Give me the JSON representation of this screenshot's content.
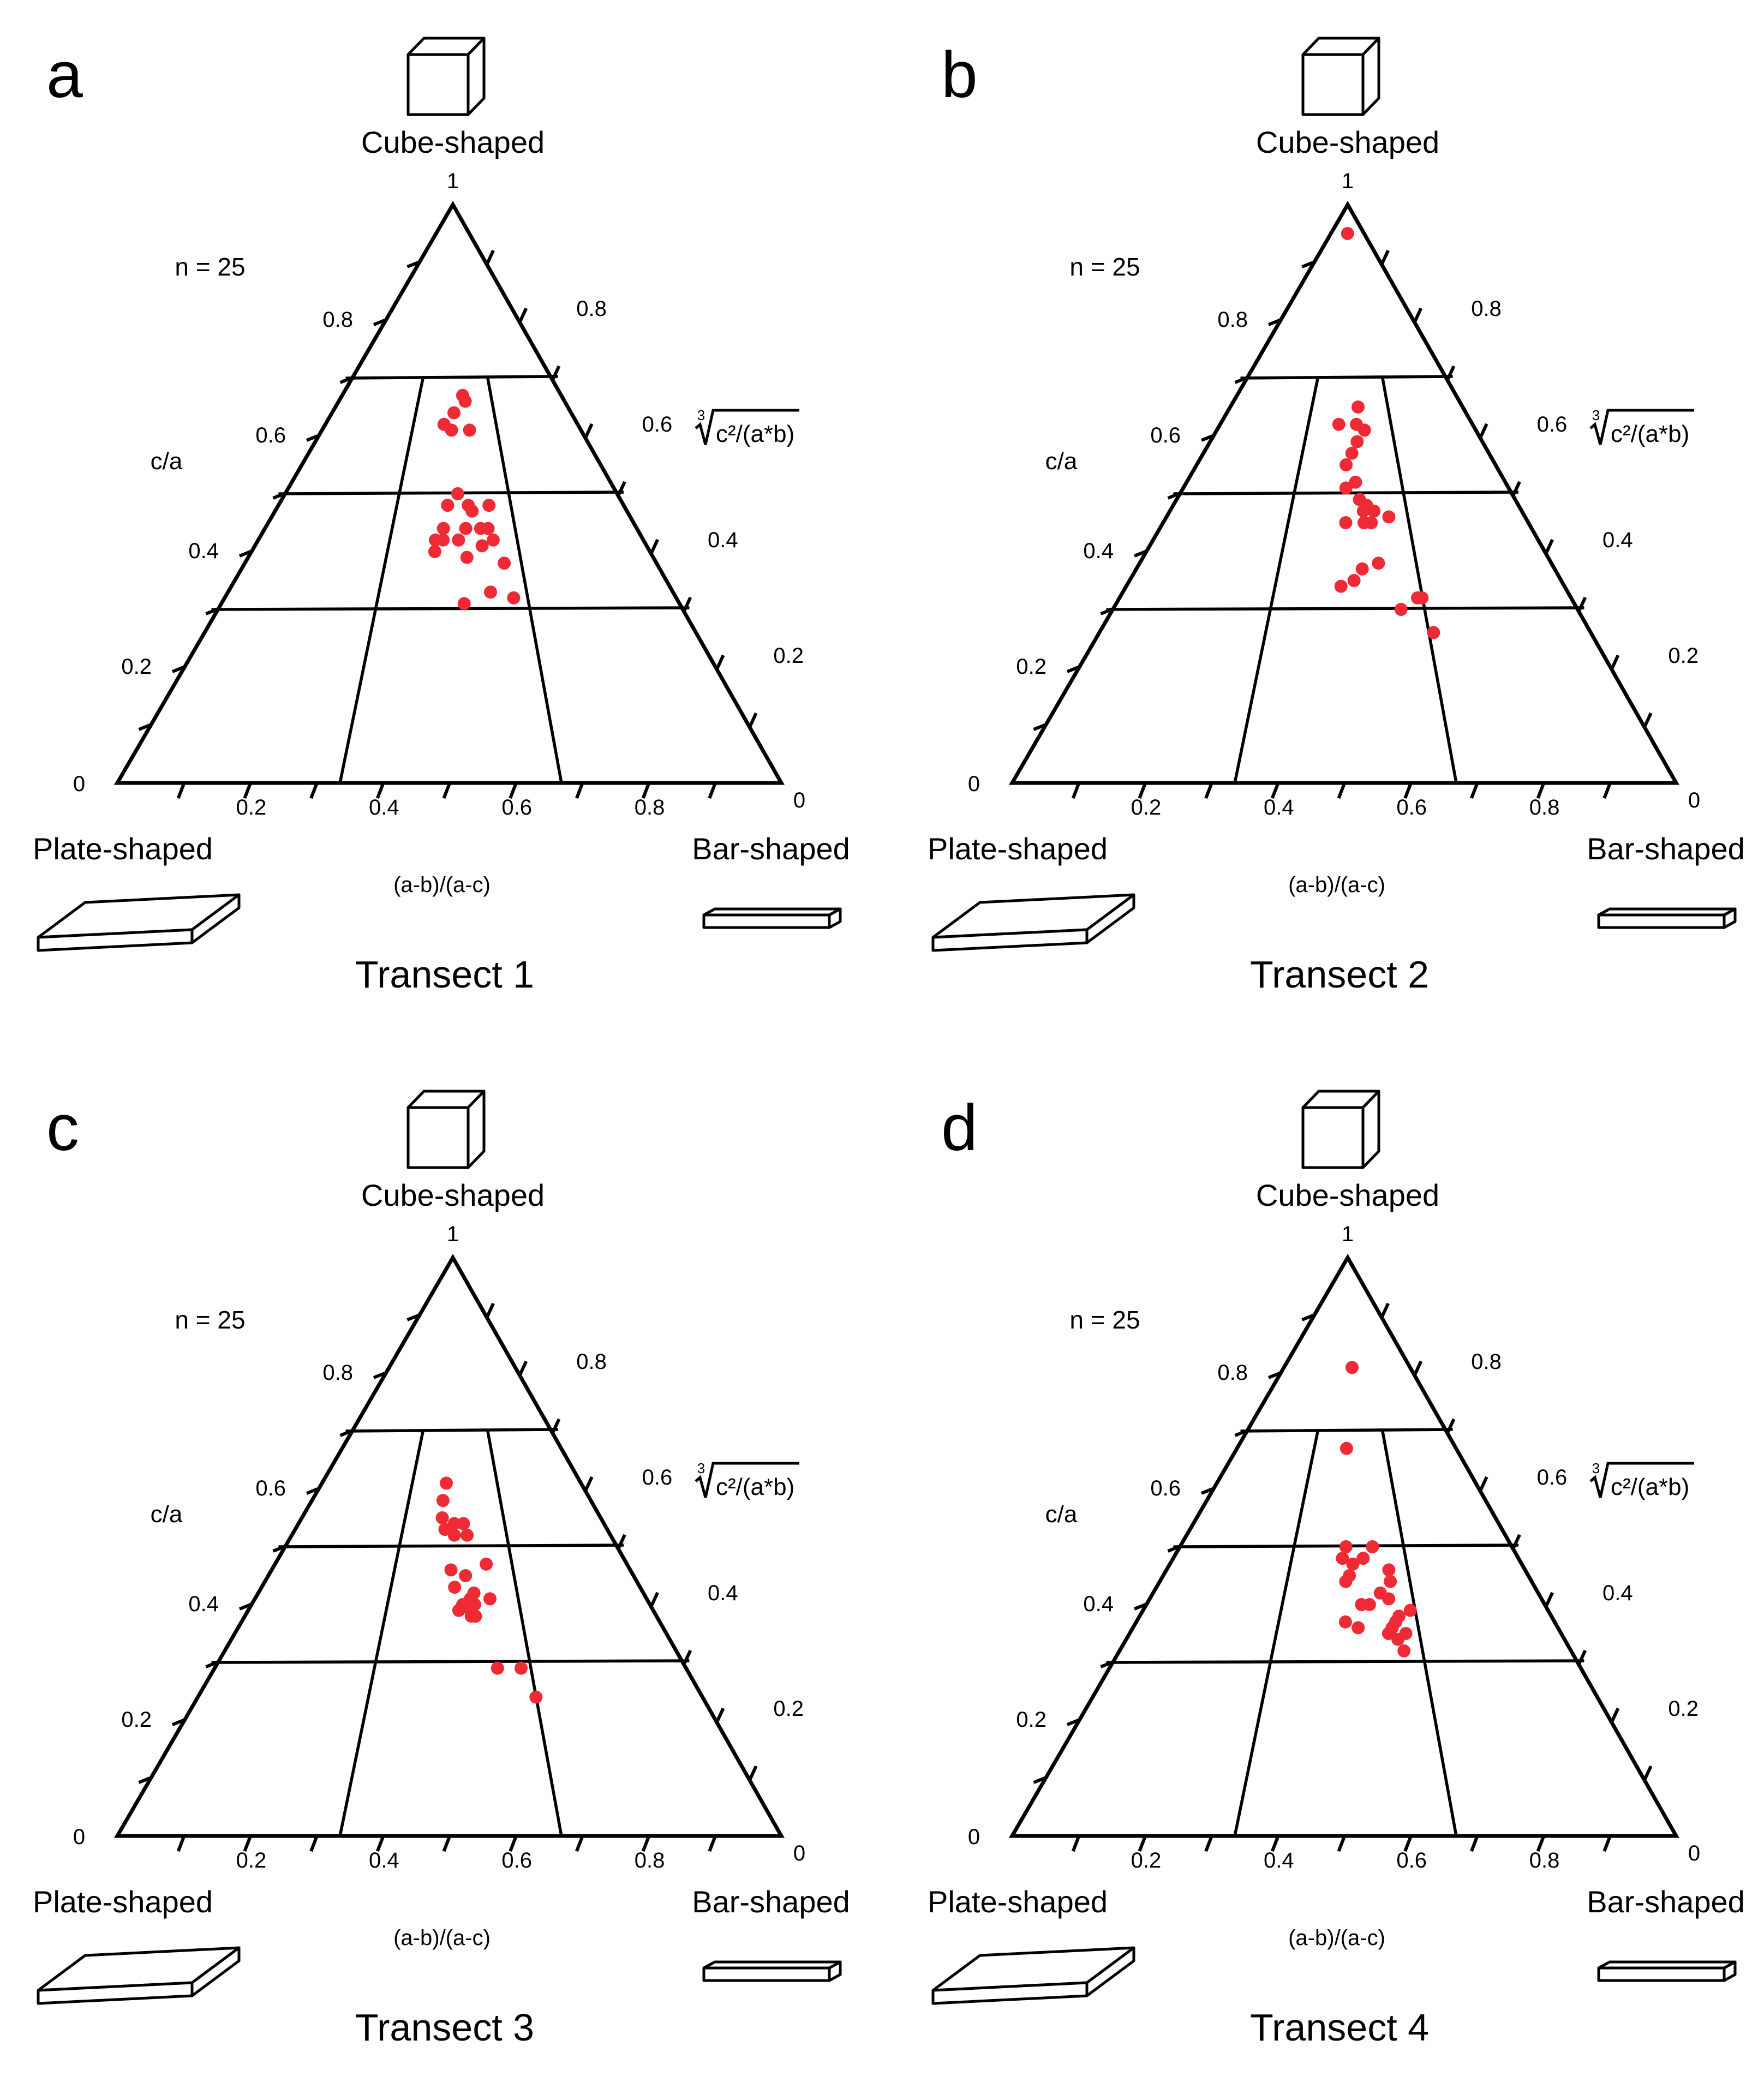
{
  "chart_data": [
    {
      "type": "scatter",
      "panel_letter": "a",
      "title": "Transect 1",
      "n_label": "n = 25",
      "top_label": "Cube-shaped",
      "left_label": "Plate-shaped",
      "right_label": "Bar-shaped",
      "left_axis_label": "c/a",
      "right_axis_label": "c²/(a*b)",
      "right_axis_root_index": "3",
      "bottom_axis_label": "(a-b)/(a-c)",
      "apex_label": "1",
      "zero_left": "0",
      "zero_right": "0",
      "ticks_left": [
        "0.2",
        "0.4",
        "0.6",
        "0.8"
      ],
      "ticks_right": [
        "0.2",
        "0.4",
        "0.6",
        "0.8"
      ],
      "ticks_bottom": [
        "0.2",
        "0.4",
        "0.6",
        "0.8"
      ],
      "points": [
        {
          "x": 0.55,
          "y": 0.67
        },
        {
          "x": 0.51,
          "y": 0.64
        },
        {
          "x": 0.56,
          "y": 0.66
        },
        {
          "x": 0.47,
          "y": 0.62
        },
        {
          "x": 0.5,
          "y": 0.61
        },
        {
          "x": 0.57,
          "y": 0.61
        },
        {
          "x": 0.52,
          "y": 0.5
        },
        {
          "x": 0.49,
          "y": 0.48
        },
        {
          "x": 0.55,
          "y": 0.48
        },
        {
          "x": 0.56,
          "y": 0.47
        },
        {
          "x": 0.61,
          "y": 0.48
        },
        {
          "x": 0.48,
          "y": 0.44
        },
        {
          "x": 0.54,
          "y": 0.44
        },
        {
          "x": 0.58,
          "y": 0.44
        },
        {
          "x": 0.6,
          "y": 0.44
        },
        {
          "x": 0.46,
          "y": 0.42
        },
        {
          "x": 0.48,
          "y": 0.42
        },
        {
          "x": 0.52,
          "y": 0.42
        },
        {
          "x": 0.58,
          "y": 0.41
        },
        {
          "x": 0.61,
          "y": 0.42
        },
        {
          "x": 0.46,
          "y": 0.4
        },
        {
          "x": 0.54,
          "y": 0.39
        },
        {
          "x": 0.63,
          "y": 0.38
        },
        {
          "x": 0.59,
          "y": 0.33
        },
        {
          "x": 0.64,
          "y": 0.32
        },
        {
          "x": 0.53,
          "y": 0.31
        }
      ]
    },
    {
      "type": "scatter",
      "panel_letter": "b",
      "title": "Transect 2",
      "n_label": "n = 25",
      "top_label": "Cube-shaped",
      "left_label": "Plate-shaped",
      "right_label": "Bar-shaped",
      "left_axis_label": "c/a",
      "right_axis_label": "c²/(a*b)",
      "right_axis_root_index": "3",
      "bottom_axis_label": "(a-b)/(a-c)",
      "apex_label": "1",
      "zero_left": "0",
      "zero_right": "0",
      "ticks_left": [
        "0.2",
        "0.4",
        "0.6",
        "0.8"
      ],
      "ticks_right": [
        "0.2",
        "0.4",
        "0.6",
        "0.8"
      ],
      "ticks_bottom": [
        "0.2",
        "0.4",
        "0.6",
        "0.8"
      ],
      "points": [
        {
          "x": 0.5,
          "y": 0.95
        },
        {
          "x": 0.55,
          "y": 0.65
        },
        {
          "x": 0.47,
          "y": 0.62
        },
        {
          "x": 0.54,
          "y": 0.62
        },
        {
          "x": 0.57,
          "y": 0.61
        },
        {
          "x": 0.54,
          "y": 0.59
        },
        {
          "x": 0.52,
          "y": 0.57
        },
        {
          "x": 0.5,
          "y": 0.55
        },
        {
          "x": 0.53,
          "y": 0.52
        },
        {
          "x": 0.5,
          "y": 0.51
        },
        {
          "x": 0.54,
          "y": 0.49
        },
        {
          "x": 0.56,
          "y": 0.48
        },
        {
          "x": 0.58,
          "y": 0.47
        },
        {
          "x": 0.55,
          "y": 0.47
        },
        {
          "x": 0.62,
          "y": 0.46
        },
        {
          "x": 0.57,
          "y": 0.45
        },
        {
          "x": 0.55,
          "y": 0.45
        },
        {
          "x": 0.5,
          "y": 0.45
        },
        {
          "x": 0.58,
          "y": 0.38
        },
        {
          "x": 0.54,
          "y": 0.37
        },
        {
          "x": 0.52,
          "y": 0.35
        },
        {
          "x": 0.49,
          "y": 0.34
        },
        {
          "x": 0.66,
          "y": 0.32
        },
        {
          "x": 0.67,
          "y": 0.32
        },
        {
          "x": 0.62,
          "y": 0.3
        },
        {
          "x": 0.68,
          "y": 0.26
        }
      ]
    },
    {
      "type": "scatter",
      "panel_letter": "c",
      "title": "Transect 3",
      "n_label": "n = 25",
      "top_label": "Cube-shaped",
      "left_label": "Plate-shaped",
      "right_label": "Bar-shaped",
      "left_axis_label": "c/a",
      "right_axis_label": "c²/(a*b)",
      "right_axis_root_index": "3",
      "bottom_axis_label": "(a-b)/(a-c)",
      "apex_label": "1",
      "zero_left": "0",
      "zero_right": "0",
      "ticks_left": [
        "0.2",
        "0.4",
        "0.6",
        "0.8"
      ],
      "ticks_right": [
        "0.2",
        "0.4",
        "0.6",
        "0.8"
      ],
      "ticks_bottom": [
        "0.2",
        "0.4",
        "0.6",
        "0.8"
      ],
      "points": [
        {
          "x": 0.48,
          "y": 0.61
        },
        {
          "x": 0.47,
          "y": 0.58
        },
        {
          "x": 0.47,
          "y": 0.55
        },
        {
          "x": 0.51,
          "y": 0.54
        },
        {
          "x": 0.54,
          "y": 0.54
        },
        {
          "x": 0.48,
          "y": 0.53
        },
        {
          "x": 0.51,
          "y": 0.52
        },
        {
          "x": 0.55,
          "y": 0.52
        },
        {
          "x": 0.6,
          "y": 0.47
        },
        {
          "x": 0.5,
          "y": 0.46
        },
        {
          "x": 0.54,
          "y": 0.45
        },
        {
          "x": 0.51,
          "y": 0.43
        },
        {
          "x": 0.56,
          "y": 0.42
        },
        {
          "x": 0.55,
          "y": 0.41
        },
        {
          "x": 0.6,
          "y": 0.41
        },
        {
          "x": 0.53,
          "y": 0.4
        },
        {
          "x": 0.56,
          "y": 0.4
        },
        {
          "x": 0.52,
          "y": 0.39
        },
        {
          "x": 0.55,
          "y": 0.39
        },
        {
          "x": 0.56,
          "y": 0.38
        },
        {
          "x": 0.55,
          "y": 0.38
        },
        {
          "x": 0.56,
          "y": 0.38
        },
        {
          "x": 0.6,
          "y": 0.29
        },
        {
          "x": 0.65,
          "y": 0.29
        },
        {
          "x": 0.67,
          "y": 0.24
        }
      ]
    },
    {
      "type": "scatter",
      "panel_letter": "d",
      "title": "Transect 4",
      "n_label": "n = 25",
      "top_label": "Cube-shaped",
      "left_label": "Plate-shaped",
      "right_label": "Bar-shaped",
      "left_axis_label": "c/a",
      "right_axis_label": "c²/(a*b)",
      "right_axis_root_index": "3",
      "bottom_axis_label": "(a-b)/(a-c)",
      "apex_label": "1",
      "zero_left": "0",
      "zero_right": "0",
      "ticks_left": [
        "0.2",
        "0.4",
        "0.6",
        "0.8"
      ],
      "ticks_right": [
        "0.2",
        "0.4",
        "0.6",
        "0.8"
      ],
      "ticks_bottom": [
        "0.2",
        "0.4",
        "0.6",
        "0.8"
      ],
      "points": [
        {
          "x": 0.54,
          "y": 0.81
        },
        {
          "x": 0.5,
          "y": 0.67
        },
        {
          "x": 0.5,
          "y": 0.5
        },
        {
          "x": 0.58,
          "y": 0.5
        },
        {
          "x": 0.49,
          "y": 0.48
        },
        {
          "x": 0.52,
          "y": 0.47
        },
        {
          "x": 0.55,
          "y": 0.48
        },
        {
          "x": 0.62,
          "y": 0.46
        },
        {
          "x": 0.51,
          "y": 0.45
        },
        {
          "x": 0.5,
          "y": 0.44
        },
        {
          "x": 0.62,
          "y": 0.44
        },
        {
          "x": 0.59,
          "y": 0.42
        },
        {
          "x": 0.61,
          "y": 0.41
        },
        {
          "x": 0.54,
          "y": 0.4
        },
        {
          "x": 0.56,
          "y": 0.4
        },
        {
          "x": 0.66,
          "y": 0.39
        },
        {
          "x": 0.63,
          "y": 0.38
        },
        {
          "x": 0.62,
          "y": 0.37
        },
        {
          "x": 0.5,
          "y": 0.37
        },
        {
          "x": 0.53,
          "y": 0.36
        },
        {
          "x": 0.61,
          "y": 0.36
        },
        {
          "x": 0.6,
          "y": 0.35
        },
        {
          "x": 0.64,
          "y": 0.35
        },
        {
          "x": 0.62,
          "y": 0.34
        },
        {
          "x": 0.63,
          "y": 0.32
        }
      ]
    }
  ],
  "colors": {
    "point": "#ee2a35",
    "line": "#000000"
  }
}
